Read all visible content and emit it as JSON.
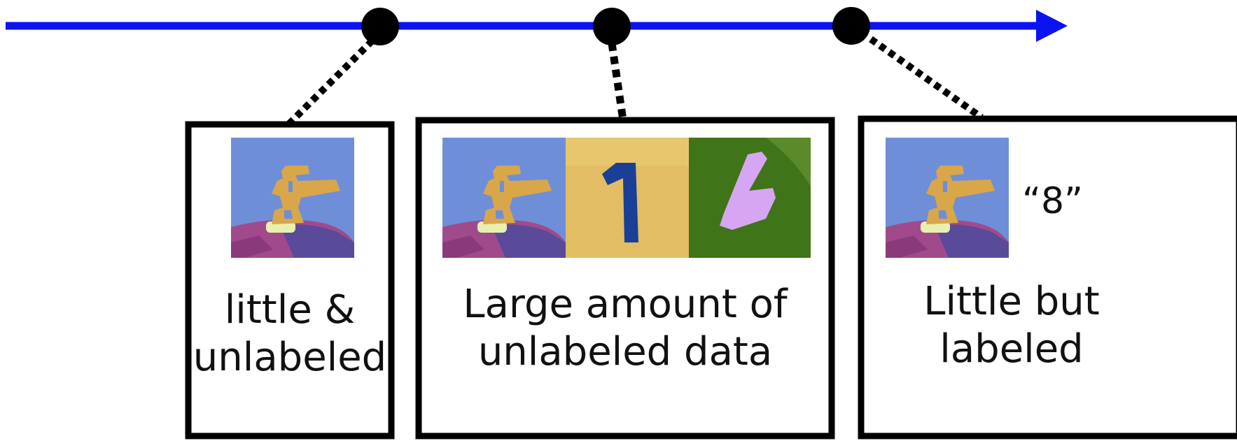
{
  "colors": {
    "timeline": "#0a14f0",
    "dot": "#000000",
    "box_border": "#000000",
    "connector": "#000000"
  },
  "icons": [
    "digit-8-image",
    "digit-1-image",
    "digit-6-image",
    "timeline-arrow-icon"
  ],
  "panels": [
    {
      "caption_line1": "little &",
      "caption_line2": "unlabeled"
    },
    {
      "caption_line1": "Large amount of",
      "caption_line2": "unlabeled data"
    },
    {
      "caption_line1": "Little but",
      "caption_line2": "labeled",
      "label": "“8”"
    }
  ]
}
